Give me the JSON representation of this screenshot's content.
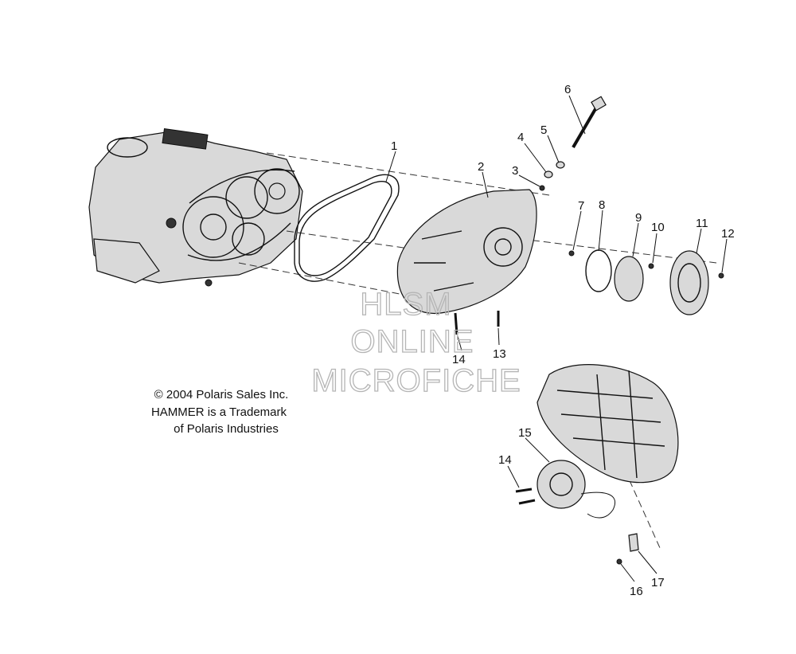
{
  "copyright": {
    "line1": "© 2004 Polaris Sales Inc.",
    "line2": "HAMMER is a Trademark",
    "line3": "of Polaris Industries"
  },
  "watermark": {
    "line1": "HLSM",
    "line2": "ONLINE",
    "line3": "MICROFICHE"
  },
  "callouts": [
    {
      "id": "c1",
      "label": "1"
    },
    {
      "id": "c2",
      "label": "2"
    },
    {
      "id": "c3",
      "label": "3"
    },
    {
      "id": "c4",
      "label": "4"
    },
    {
      "id": "c5",
      "label": "5"
    },
    {
      "id": "c6",
      "label": "6"
    },
    {
      "id": "c7",
      "label": "7"
    },
    {
      "id": "c8",
      "label": "8"
    },
    {
      "id": "c9",
      "label": "9"
    },
    {
      "id": "c10",
      "label": "10"
    },
    {
      "id": "c11",
      "label": "11"
    },
    {
      "id": "c12",
      "label": "12"
    },
    {
      "id": "c13",
      "label": "13"
    },
    {
      "id": "c14a",
      "label": "14"
    },
    {
      "id": "c14b",
      "label": "14"
    },
    {
      "id": "c15",
      "label": "15"
    },
    {
      "id": "c16",
      "label": "16"
    },
    {
      "id": "c17",
      "label": "17"
    }
  ]
}
